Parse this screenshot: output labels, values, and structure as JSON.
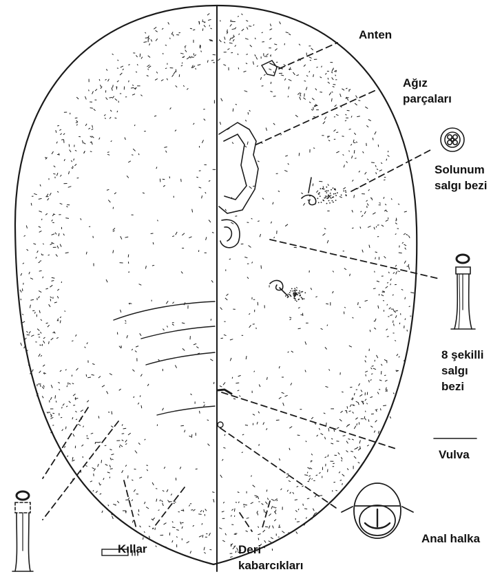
{
  "labels": {
    "anten": "Anten",
    "agiz_1": "Ağız",
    "agiz_2": "parçaları",
    "solunum_1": "Solunum",
    "solunum_2": "salgı bezi",
    "sekiz_1": "8 şekilli",
    "sekiz_2": "salgı",
    "sekiz_3": "bezi",
    "vulva": "Vulva",
    "anal": "Anal halka",
    "killar": "Kıllar",
    "deri_1": "Deri",
    "deri_2": "kabarcıkları"
  },
  "colors": {
    "ink": "#1a1a1a",
    "background": "#ffffff"
  }
}
